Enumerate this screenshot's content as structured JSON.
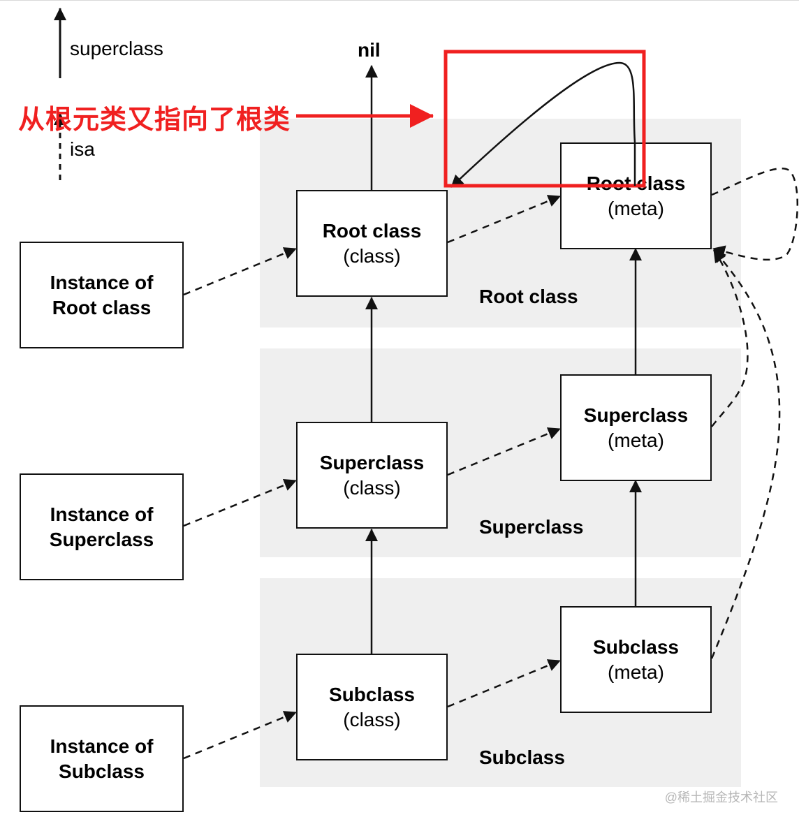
{
  "legend": {
    "superclass_label": "superclass",
    "isa_label": "isa"
  },
  "nil_label": "nil",
  "annotation": {
    "text": "从根元类又指向了根类",
    "color": "#f02020"
  },
  "rows": {
    "root": {
      "band_label": "Root class",
      "instance": [
        "Instance of",
        "Root class"
      ],
      "class_box": [
        "Root class",
        "(class)"
      ],
      "meta_box": [
        "Root class",
        "(meta)"
      ]
    },
    "super": {
      "band_label": "Superclass",
      "instance": [
        "Instance of",
        "Superclass"
      ],
      "class_box": [
        "Superclass",
        "(class)"
      ],
      "meta_box": [
        "Superclass",
        "(meta)"
      ]
    },
    "sub": {
      "band_label": "Subclass",
      "instance": [
        "Instance of",
        "Subclass"
      ],
      "class_box": [
        "Subclass",
        "(class)"
      ],
      "meta_box": [
        "Subclass",
        "(meta)"
      ]
    }
  },
  "watermark": "@稀土掘金技术社区",
  "colors": {
    "band": "#efefef",
    "line": "#111111",
    "highlight": "#f02020"
  }
}
